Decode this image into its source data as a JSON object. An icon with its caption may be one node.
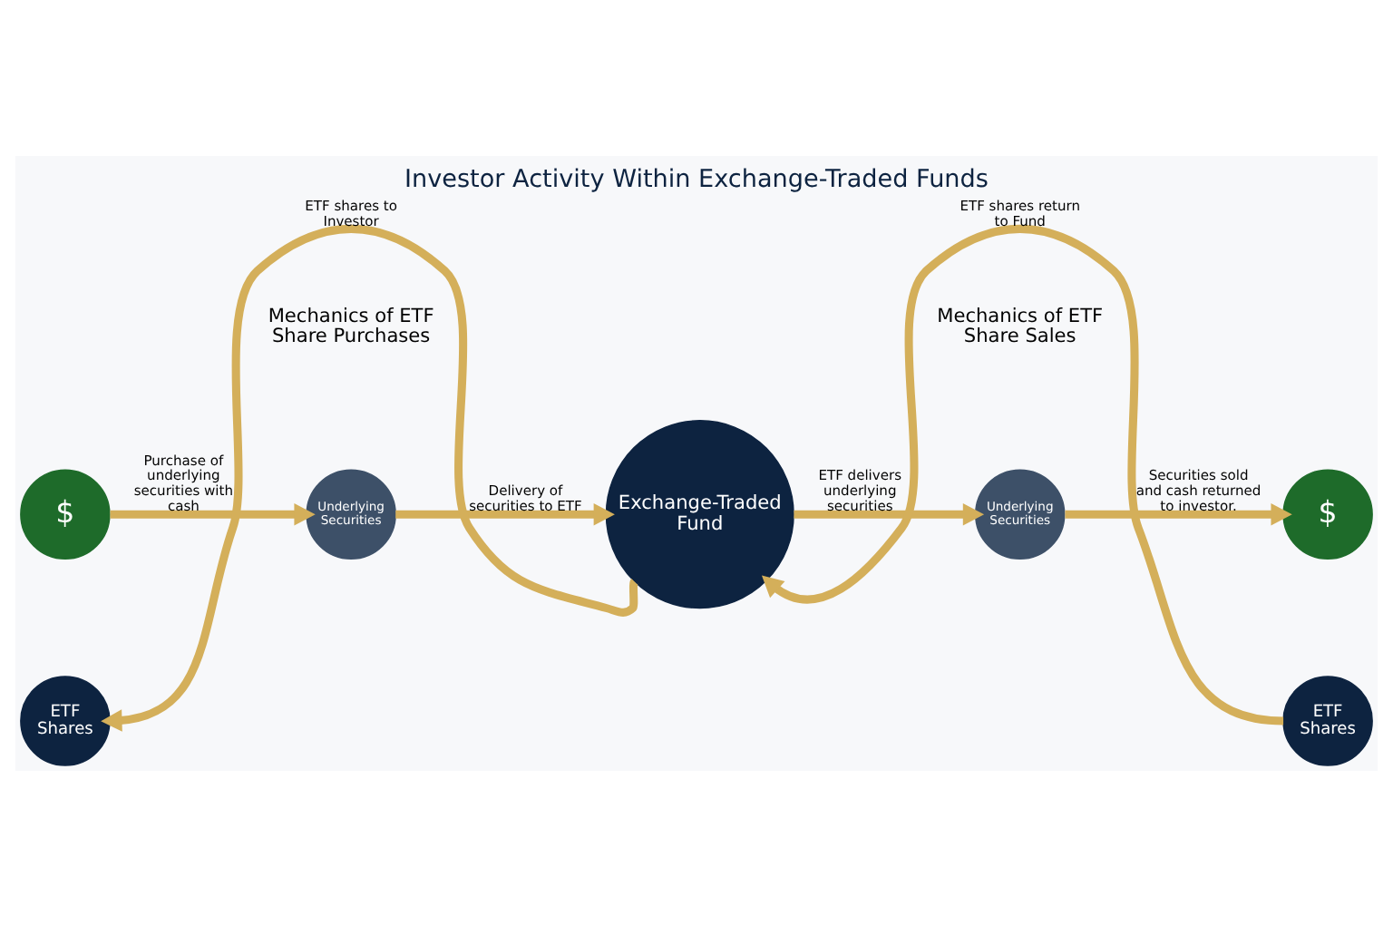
{
  "diagram": {
    "title": "Investor Activity Within Exchange-Traded Funds",
    "nodes": [
      {
        "text": [
          "$"
        ]
      },
      {
        "text": [
          "Underlying Securities"
        ]
      },
      {
        "text": [
          "Exchange-Traded Fund"
        ]
      },
      {
        "text": [
          "Underlying Securities"
        ]
      },
      {
        "text": [
          "$"
        ]
      },
      {
        "text": [
          "ETF Shares"
        ]
      },
      {
        "text": [
          "ETF Shares"
        ]
      }
    ],
    "edges": [
      {
        "from": 0,
        "to": 1,
        "arrow": "to",
        "label": "Purchase of underlying securities with cash"
      },
      {
        "from": 1,
        "to": 2,
        "arrow": "to",
        "label": "Delivery of securities to ETF"
      },
      {
        "from": 2,
        "to": 3,
        "arrow": "to",
        "label": "ETF delivers underlying securities"
      },
      {
        "from": 3,
        "to": 4,
        "arrow": "to",
        "label": "Securities sold and cash returned to investor."
      },
      {
        "from": 2,
        "to": 5,
        "arrow": "to",
        "label": "ETF shares to Investor"
      },
      {
        "from": 6,
        "to": 2,
        "arrow": "to",
        "label": "ETF shares return to Fund"
      }
    ],
    "labels": [
      "Mechanics of ETF Share Purchases",
      "Mechanics of ETF Share Sales"
    ]
  }
}
